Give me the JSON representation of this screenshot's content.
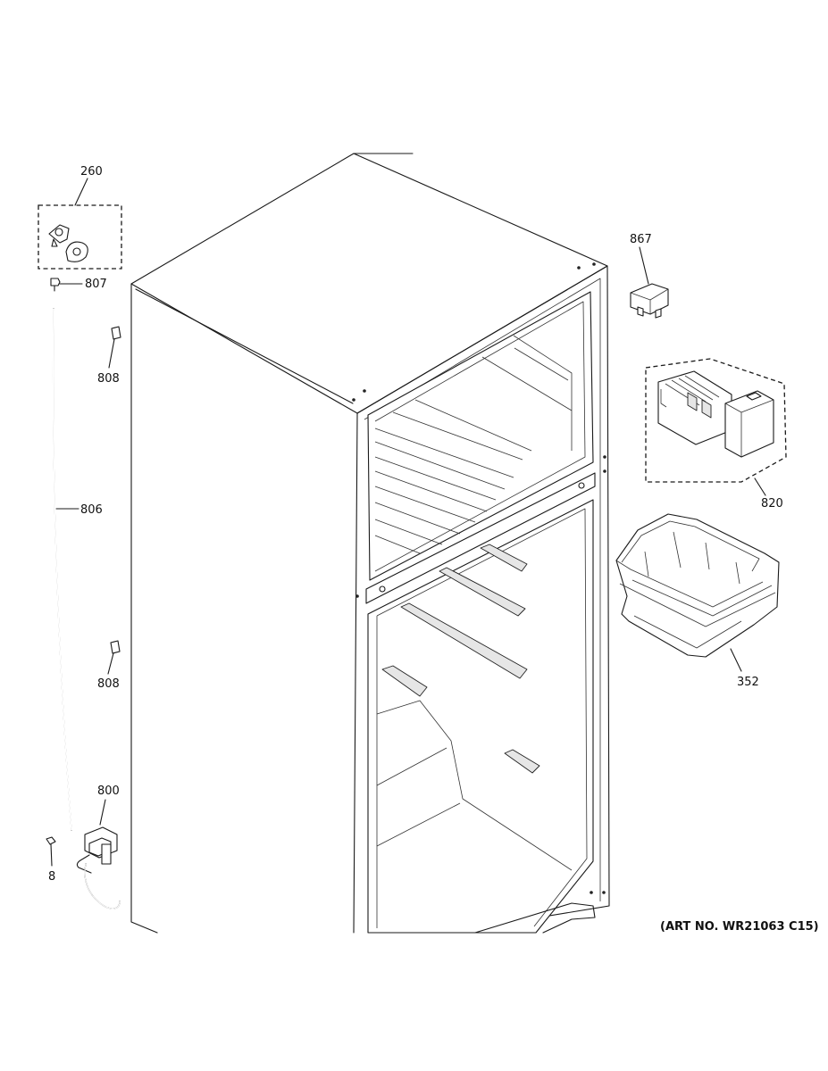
{
  "labels": {
    "l260": "260",
    "l807": "807",
    "l808a": "808",
    "l806": "806",
    "l808b": "808",
    "l800": "800",
    "l8": "8",
    "l867": "867",
    "l820": "820",
    "l352": "352"
  },
  "footer": {
    "art_number": "(ART NO. WR21063 C15)"
  }
}
